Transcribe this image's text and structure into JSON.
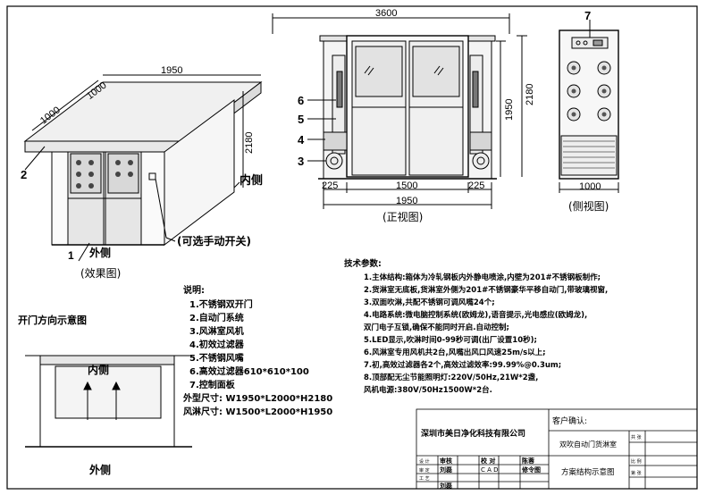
{
  "dimensions": {
    "front_width": "3600",
    "front_height": "2180",
    "frame_height": "1950",
    "side_left": "225",
    "door_width": "1500",
    "side_right": "225",
    "front_base": "1950",
    "side_depth": "1000",
    "iso_width": "1950",
    "iso_depth_top": "1000",
    "iso_depth_side": "1000",
    "iso_height": "2180"
  },
  "callouts": {
    "c1": "1",
    "c2": "2",
    "c3": "3",
    "c4": "4",
    "c5": "5",
    "c6": "6",
    "c7": "7"
  },
  "labels": {
    "inside": "内侧",
    "outside": "外侧",
    "optional_switch": "(可选手动开关)",
    "effect_view": "(效果图)",
    "front_view": "(正视图)",
    "side_view": "(侧视图)",
    "door_dir_title": "开门方向示意图",
    "door_inside": "内侧",
    "door_outside": "外侧"
  },
  "legend": {
    "title": "说明:",
    "items": [
      "1.不锈钢双开门",
      "2.自动门系统",
      "3.风淋室风机",
      "4.初效过滤器",
      "5.不锈钢风嘴",
      "6.高效过滤器610*610*100",
      "7.控制面板"
    ],
    "outer_size": "外型尺寸: W1950*L2000*H2180",
    "inner_size": "风淋尺寸: W1500*L2000*H1950"
  },
  "tech": {
    "title": "技术参数:",
    "lines": [
      "1.主体结构:箱体为冷轧钢板内外静电喷涂,内壁为201#不锈钢板制作;",
      "2.货淋室无底板,货淋室外侧为201#不锈钢豪华平移自动门,带玻璃视窗,",
      "3.双面吹淋,共配不锈钢可调风嘴24个;",
      "4.电路系统:微电脑控制系统(欧姆龙),语音提示,光电感应(欧姆龙),",
      "   双门电子互锁,确保不能同时开启.自动控制;",
      "5.LED显示,吹淋时间0-99秒可调(出厂设置10秒);",
      "6.风淋室专用风机共2台,风嘴出风口风速25m/s以上;",
      "7.初,高效过滤器各2个,高效过滤效率:99.99%@0.3um;",
      "8.顶部配无尘节能照明灯:220V/50Hz,21W*2盏,",
      "   风机电源:380V/50Hz1500W*2台."
    ]
  },
  "title_block": {
    "company": "深圳市美日净化科技有限公司",
    "customer_confirm": "客户确认:",
    "product": "双吹自动门货淋室",
    "drawing_title": "方案结构示意图",
    "cell_review": "审核",
    "cell_check": "校 对",
    "cell_drawn": "陈蓉",
    "cell_name1": "刘磊",
    "cell_cad": "C A D",
    "cell_revise": "修令图",
    "cell_name2": "刘磊",
    "cell_design": "设 计",
    "cell_confirm": "审 定",
    "cell_craft": "工 艺",
    "cell_sheet": "共 张",
    "cell_scale": "比 例",
    "cell_page": "第 张"
  }
}
